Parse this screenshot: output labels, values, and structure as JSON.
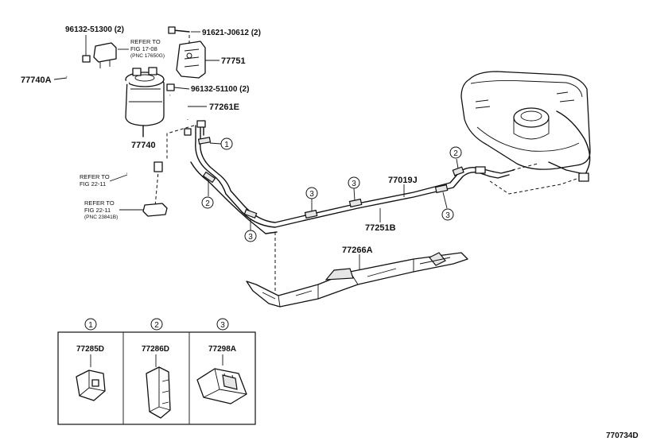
{
  "labels": {
    "p96132_51300": "96132-51300 (2)",
    "p91621_j0612": "91621-J0612 (2)",
    "p77751": "77751",
    "p77740a": "77740A",
    "p96132_51100": "96132-51100 (2)",
    "p77261e": "77261E",
    "p77740": "77740",
    "p77019j": "77019J",
    "p77251b": "77251B",
    "p77266a": "77266A"
  },
  "references": {
    "fig17": {
      "line1": "REFER TO",
      "line2": "FIG 17-08",
      "line3": "(PNC 17650G)"
    },
    "fig22a": {
      "line1": "REFER TO",
      "line2": "FIG 22-11"
    },
    "fig22b": {
      "line1": "REFER TO",
      "line2": "FIG 22-11",
      "line3": "(PNC 23841B)"
    }
  },
  "callouts": {
    "c1": "1",
    "c2": "2",
    "c3": "3"
  },
  "legend": [
    {
      "num": "1",
      "part": "77285D"
    },
    {
      "num": "2",
      "part": "77286D"
    },
    {
      "num": "3",
      "part": "77298A"
    }
  ],
  "figure_code": "770734D"
}
